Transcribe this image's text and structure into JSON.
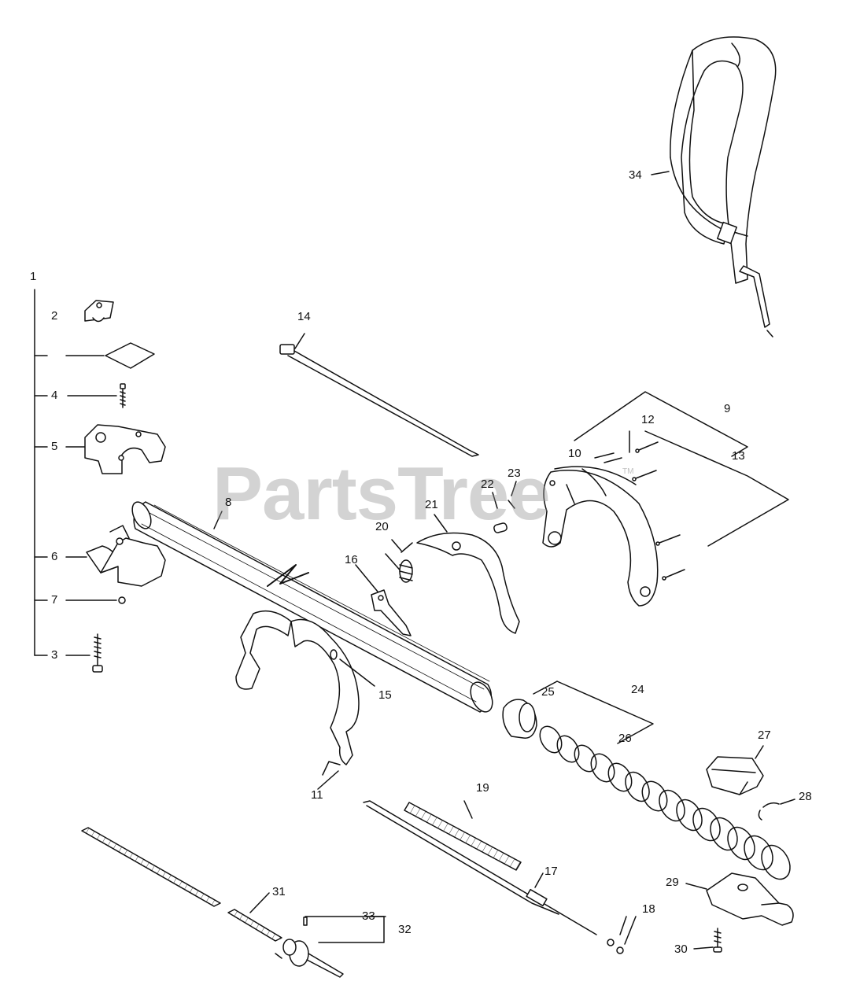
{
  "watermark": {
    "text": "PartsTree",
    "tm": "TM"
  },
  "callouts": {
    "c1": "1",
    "c2": "2",
    "c3": "3",
    "c4": "4",
    "c5": "5",
    "c6": "6",
    "c7": "7",
    "c8": "8",
    "c9": "9",
    "c10": "10",
    "c11": "11",
    "c12": "12",
    "c13": "13",
    "c14": "14",
    "c15": "15",
    "c16": "16",
    "c17": "17",
    "c18": "18",
    "c19": "19",
    "c20": "20",
    "c21": "21",
    "c22": "22",
    "c23": "23",
    "c24": "24",
    "c25": "25",
    "c26": "26",
    "c27": "27",
    "c28": "28",
    "c29": "29",
    "c30": "30",
    "c31": "31",
    "c32": "32",
    "c33": "33",
    "c34": "34"
  },
  "colors": {
    "line": "#111111",
    "fill": "#ffffff",
    "shade": "#8a8a8a",
    "watermark": "#969696"
  }
}
